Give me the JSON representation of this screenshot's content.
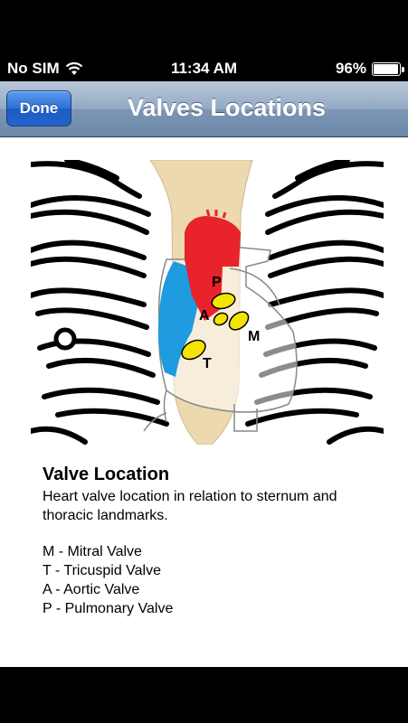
{
  "status": {
    "carrier": "No SIM",
    "time": "11:34 AM",
    "battery": "96%",
    "battery_level": 0.96
  },
  "nav": {
    "done_label": "Done",
    "title": "Valves Locations"
  },
  "diagram": {
    "labels": {
      "p": "P",
      "a": "A",
      "m": "M",
      "t": "T"
    },
    "colors": {
      "aorta": "#e8232b",
      "right_heart": "#1f9be0",
      "valve": "#f4e400",
      "sternum": "#ecd9b0"
    }
  },
  "caption": {
    "title": "Valve Location",
    "description": "Heart valve location in relation to sternum and thoracic landmarks.",
    "legend": [
      "M - Mitral Valve",
      "T - Tricuspid Valve",
      "A - Aortic Valve",
      "P - Pulmonary Valve"
    ]
  }
}
